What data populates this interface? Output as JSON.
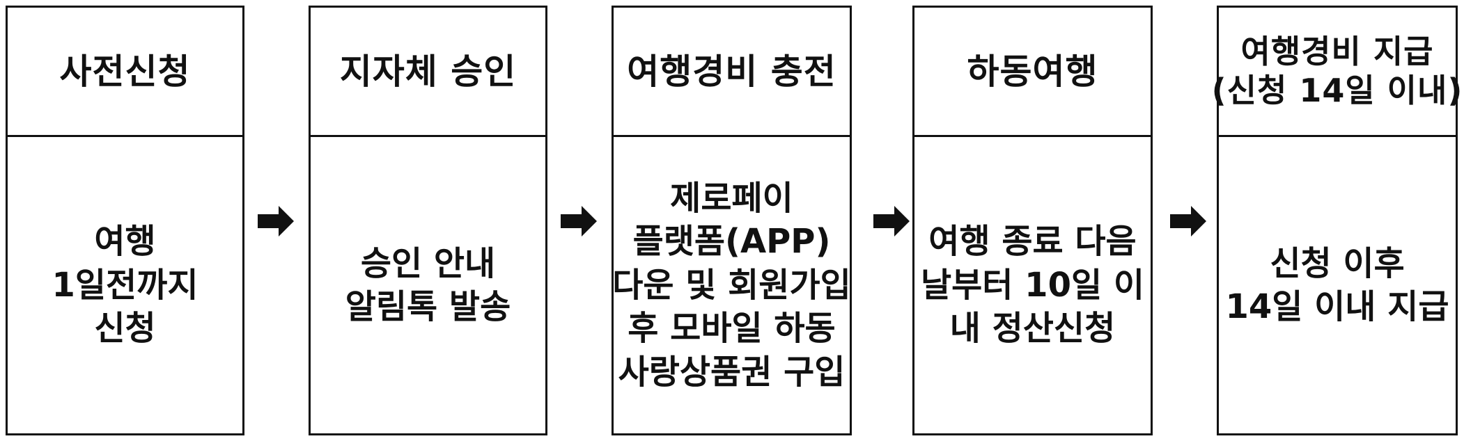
{
  "steps": [
    {
      "title": [
        "사전신청"
      ],
      "body": [
        "여행",
        "1일전까지",
        "신청"
      ]
    },
    {
      "title": [
        "지자체 승인"
      ],
      "body": [
        "승인 안내",
        "알림톡 발송"
      ]
    },
    {
      "title": [
        "여행경비 충전"
      ],
      "body": [
        "제로페이",
        "플랫폼(APP)",
        "다운 및 회원가입",
        "후 모바일 하동",
        "사랑상품권 구입"
      ]
    },
    {
      "title": [
        "하동여행"
      ],
      "body": [
        "여행 종료 다음",
        "날부터 10일 이",
        "내 정산신청"
      ]
    },
    {
      "title": [
        "여행경비 지급",
        "(신청 14일 이내)"
      ],
      "body": [
        "신청 이후",
        "14일 이내 지급"
      ]
    }
  ],
  "arrow_icon": "right-arrow-icon",
  "colors": {
    "border": "#111111",
    "text": "#111111",
    "background": "#ffffff"
  }
}
